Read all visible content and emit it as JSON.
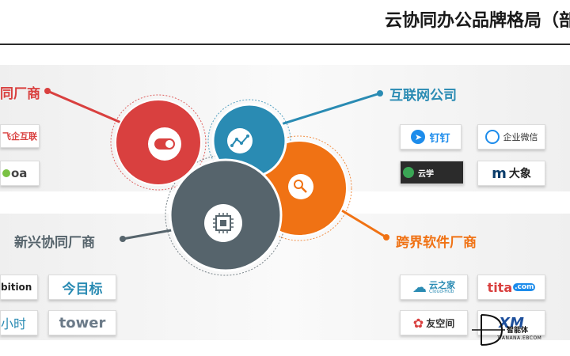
{
  "title": "云协同办公品牌格局（部分",
  "colors": {
    "traditional": "#d9403f",
    "internet": "#2a8bb3",
    "crossover": "#f07214",
    "emerging": "#56646c"
  },
  "groups": {
    "traditional": {
      "label": "同厂商",
      "logos": [
        "飞企互联",
        "oa"
      ]
    },
    "internet": {
      "label": "互联网公司",
      "logos": [
        "钉钉",
        "企业微信",
        "云学",
        "大象"
      ]
    },
    "emerging": {
      "label": "新兴协同厂商",
      "logos": [
        "bition",
        "今目标",
        "小时",
        "tower"
      ]
    },
    "crossover": {
      "label": "跨界软件厂商",
      "logos": [
        "云之家",
        "Cloud-Hub",
        "tita",
        ".com",
        "友空间"
      ]
    }
  },
  "icons": {
    "traditional": "toggle-icon",
    "internet": "chart-icon",
    "crossover": "search-icon",
    "emerging": "chip-icon"
  },
  "watermark": {
    "brand": "XM",
    "text": "智能体",
    "sub": "T.ANANA.EBCOM"
  }
}
